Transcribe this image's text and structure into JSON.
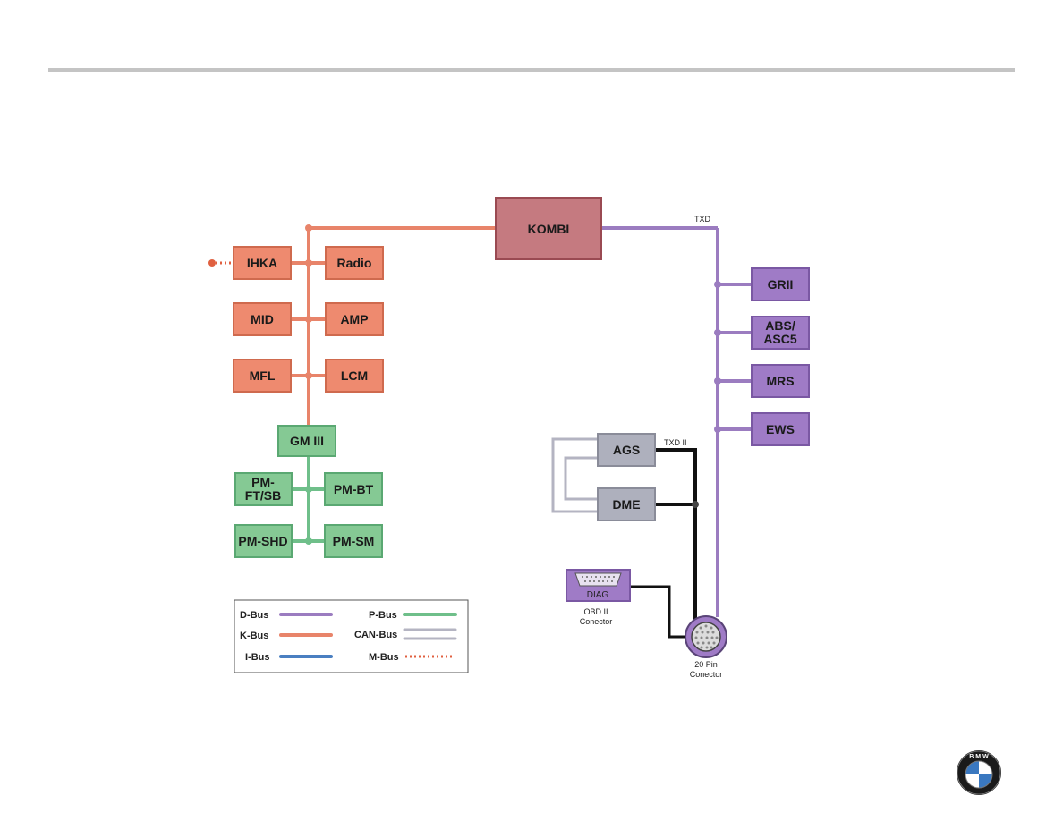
{
  "colors": {
    "k_bus": "#e8846a",
    "d_bus": "#9b7cc0",
    "p_bus": "#6fbf8a",
    "can_bus": "#b4b4c2",
    "i_bus": "#4a7fc1",
    "m_bus": "#e06040",
    "k_box_fill": "#ee8a6f",
    "d_box_fill": "#9f7bc6",
    "p_box_fill": "#85c994",
    "can_box_fill": "#aeb0bd",
    "kombi_fill": "#c57a80",
    "divider": "#c4c4c4"
  },
  "modules": {
    "kombi": "KOMBI",
    "ihka": "IHKA",
    "radio": "Radio",
    "mid": "MID",
    "amp": "AMP",
    "mfl": "MFL",
    "lcm": "LCM",
    "gm3": "GM III",
    "pm_ftsb_1": "PM-",
    "pm_ftsb_2": "FT/SB",
    "pm_bt": "PM-BT",
    "pm_shd": "PM-SHD",
    "pm_sm": "PM-SM",
    "grii": "GRII",
    "abs_1": "ABS/",
    "abs_2": "ASC5",
    "mrs": "MRS",
    "ews": "EWS",
    "ags": "AGS",
    "dme": "DME",
    "diag": "DIAG"
  },
  "labels": {
    "txd": "TXD",
    "txd2": "TXD II",
    "obd_1": "OBD II",
    "obd_2": "Conector",
    "pin_1": "20 Pin",
    "pin_2": "Conector"
  },
  "legend": {
    "d_bus": "D-Bus",
    "k_bus": "K-Bus",
    "i_bus": "I-Bus",
    "p_bus": "P-Bus",
    "can_bus": "CAN-Bus",
    "m_bus": "M-Bus"
  },
  "logo": {
    "text": "B M W"
  }
}
